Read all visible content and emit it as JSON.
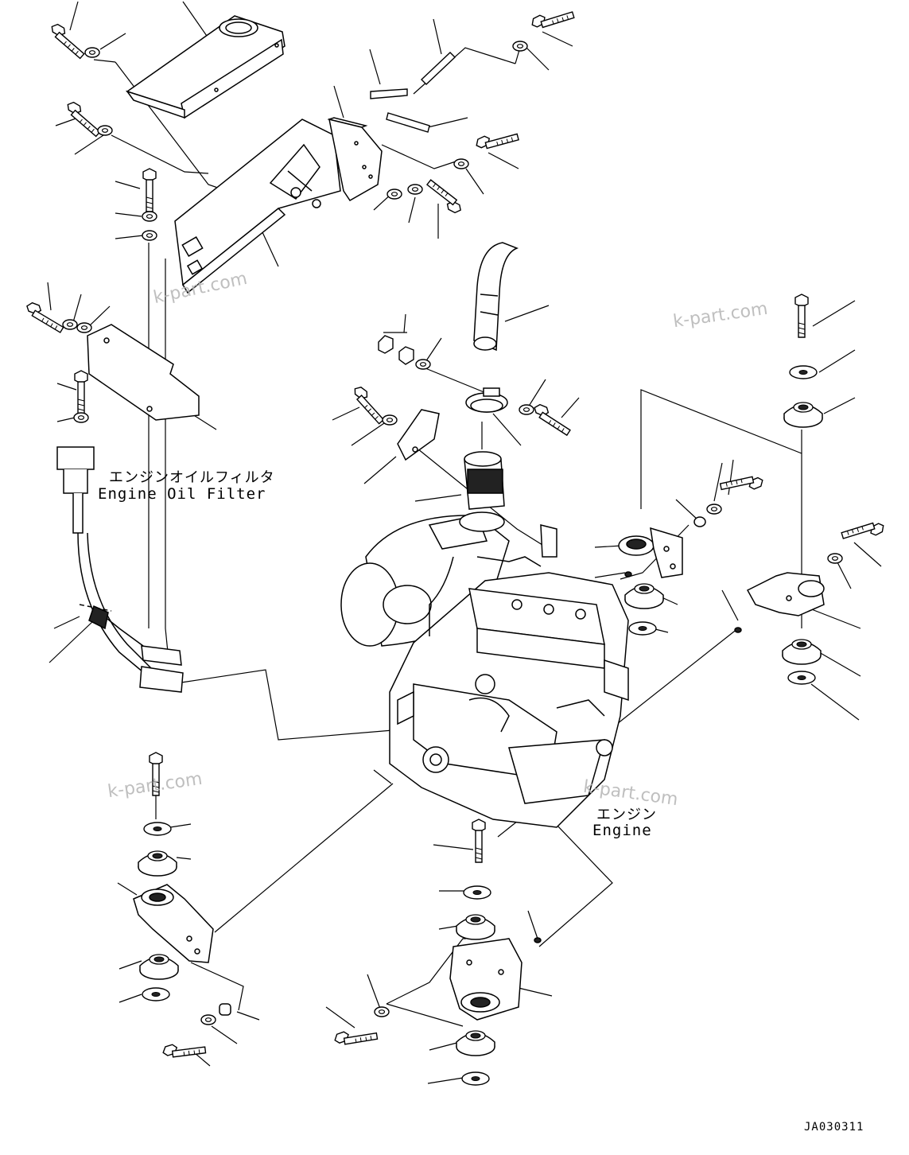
{
  "labels": {
    "oil_filter_jp": "エンジンオイルフィルタ",
    "oil_filter_en": "Engine Oil Filter",
    "engine_jp": "エンジン",
    "engine_en": "Engine"
  },
  "watermark": "k-part.com",
  "drawing_code": "JA030311",
  "colors": {
    "line": "#000000",
    "fill": "#ffffff",
    "shade": "#222222",
    "watermark": "#b4b4b4"
  }
}
